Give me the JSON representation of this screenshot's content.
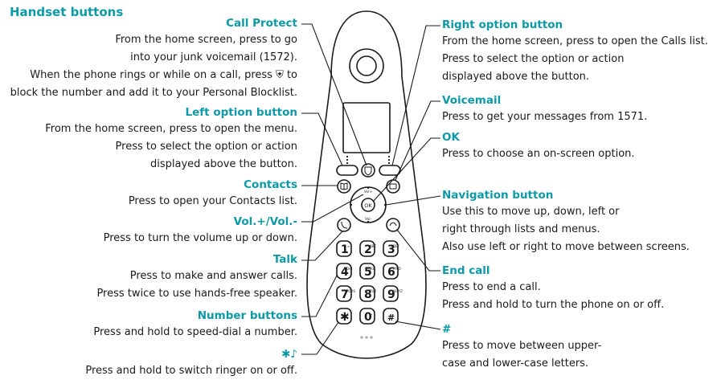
{
  "title": "Handset buttons",
  "callouts": {
    "call_protect": {
      "heading": "Call Protect",
      "lines": [
        "From the home screen, press to go",
        "into your junk voicemail (1572).",
        "When the phone rings or while on a call, press ⛨ to",
        "block the number and add it to your Personal Blocklist."
      ]
    },
    "left_option": {
      "heading": "Left option button",
      "lines": [
        "From the home screen, press to open the menu.",
        "Press to select the option or action",
        "displayed above the button."
      ]
    },
    "contacts": {
      "heading": "Contacts",
      "lines": [
        "Press to open your Contacts list."
      ]
    },
    "volume": {
      "heading": "Vol.+/Vol.-",
      "lines": [
        "Press to turn the volume up or down."
      ]
    },
    "talk": {
      "heading": "Talk",
      "lines": [
        "Press to make and answer calls.",
        "Press twice to use hands-free speaker."
      ]
    },
    "number_buttons": {
      "heading": "Number buttons",
      "lines": [
        "Press and hold to speed-dial a number."
      ]
    },
    "star": {
      "heading": "✱♪",
      "lines": [
        "Press and hold to switch ringer on or off."
      ]
    },
    "right_option": {
      "heading": "Right option button",
      "lines": [
        "From the home screen, press to open the Calls list.",
        "Press to select the option or action",
        "displayed above the button."
      ]
    },
    "voicemail": {
      "heading": "Voicemail",
      "lines": [
        "Press to get your messages from 1571."
      ]
    },
    "ok": {
      "heading": "OK",
      "lines": [
        "Press to choose an on-screen option."
      ]
    },
    "navigation": {
      "heading": "Navigation button",
      "lines": [
        "Use this to move up, down, left or",
        "right through lists and menus.",
        "Also use left or right to move between screens."
      ]
    },
    "end_call": {
      "heading": "End call",
      "lines": [
        "Press to end a call.",
        "Press and hold to turn the phone on or off."
      ]
    },
    "hash": {
      "heading": "#",
      "lines": [
        "Press to move between upper-",
        "case and lower-case letters."
      ]
    }
  },
  "handset": {
    "ok_label": "OK",
    "keys": [
      {
        "digit": "1",
        "sub": "∞"
      },
      {
        "digit": "2",
        "sub": "ABC"
      },
      {
        "digit": "3",
        "sub": "DEF"
      },
      {
        "digit": "4",
        "sub": "GHI"
      },
      {
        "digit": "5",
        "sub": "JKL"
      },
      {
        "digit": "6",
        "sub": "MNO"
      },
      {
        "digit": "7",
        "sub": "PQRS"
      },
      {
        "digit": "8",
        "sub": "TUV"
      },
      {
        "digit": "9",
        "sub": "WXYZ"
      },
      {
        "digit": "✱",
        "sub": "♪"
      },
      {
        "digit": "0",
        "sub": "⌴"
      },
      {
        "digit": "#",
        "sub": ""
      }
    ],
    "vol_up": "Vol+",
    "vol_down": "Vol-"
  },
  "colors": {
    "accent": "#0b9aa6",
    "text": "#1a1a1a",
    "line": "#1a1a1a"
  }
}
